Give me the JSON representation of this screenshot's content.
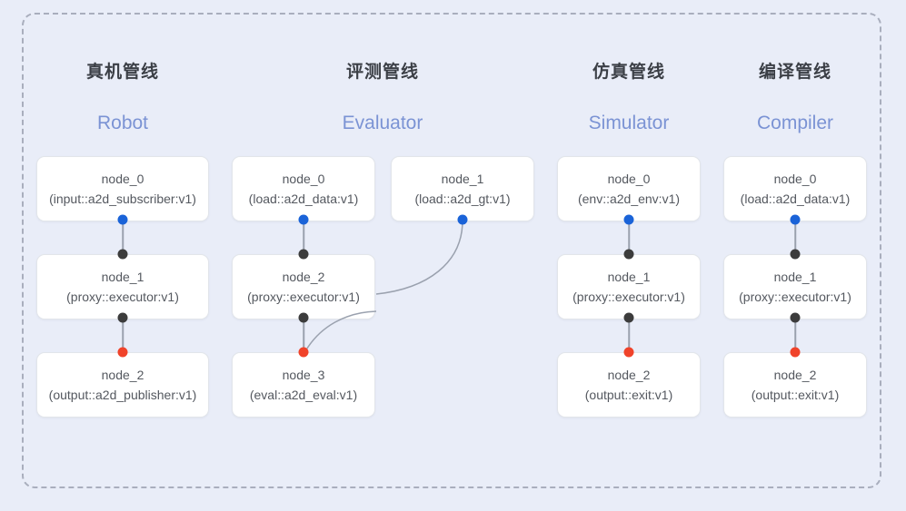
{
  "frame": {
    "border_color": "#a9aebd",
    "style": "dashed"
  },
  "background_color": "#e9edf8",
  "palette": {
    "port_out": "#1a63d8",
    "port_in": "#3c3c3c",
    "port_terminal": "#f0432a",
    "edge": "#9aa1ae",
    "title_cn": "#3b3f46",
    "title_en": "#7b93d4",
    "node_bg": "#ffffff",
    "node_border": "#e2e5ea"
  },
  "columns": [
    {
      "key": "robot",
      "title_cn": "真机管线",
      "title_en": "Robot",
      "nodes": [
        {
          "id": "node_0",
          "type": "(input::a2d_subscriber:v1)"
        },
        {
          "id": "node_1",
          "type": "(proxy::executor:v1)"
        },
        {
          "id": "node_2",
          "type": "(output::a2d_publisher:v1)"
        }
      ]
    },
    {
      "key": "evaluator",
      "title_cn": "评测管线",
      "title_en": "Evaluator",
      "nodes": [
        {
          "id": "node_0",
          "type": "(load::a2d_data:v1)"
        },
        {
          "id": "node_1",
          "type": "(load::a2d_gt:v1)"
        },
        {
          "id": "node_2",
          "type": "(proxy::executor:v1)"
        },
        {
          "id": "node_3",
          "type": "(eval::a2d_eval:v1)"
        }
      ]
    },
    {
      "key": "simulator",
      "title_cn": "仿真管线",
      "title_en": "Simulator",
      "nodes": [
        {
          "id": "node_0",
          "type": "(env::a2d_env:v1)"
        },
        {
          "id": "node_1",
          "type": "(proxy::executor:v1)"
        },
        {
          "id": "node_2",
          "type": "(output::exit:v1)"
        }
      ]
    },
    {
      "key": "compiler",
      "title_cn": "编译管线",
      "title_en": "Compiler",
      "nodes": [
        {
          "id": "node_0",
          "type": "(load::a2d_data:v1)"
        },
        {
          "id": "node_1",
          "type": "(proxy::executor:v1)"
        },
        {
          "id": "node_2",
          "type": "(output::exit:v1)"
        }
      ]
    }
  ]
}
